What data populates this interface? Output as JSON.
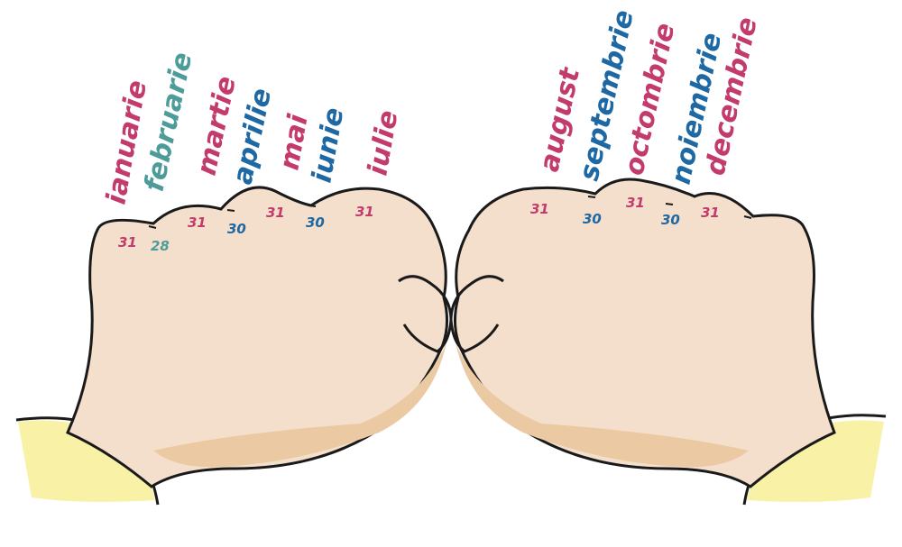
{
  "colors": {
    "pink": "#c23b6c",
    "teal": "#4e9c9a",
    "blue": "#1e68a3",
    "skin": "#f4dfcc",
    "sleeve": "#f8f1a6",
    "outline": "#1a1a1a"
  },
  "left_hand": {
    "months": [
      {
        "name": "ianuarie",
        "days": "31",
        "color": "pink"
      },
      {
        "name": "februarie",
        "days": "28",
        "color": "teal"
      },
      {
        "name": "martie",
        "days": "31",
        "color": "pink"
      },
      {
        "name": "aprilie",
        "days": "30",
        "color": "blue"
      },
      {
        "name": "mai",
        "days": "31",
        "color": "pink"
      },
      {
        "name": "iunie",
        "days": "30",
        "color": "blue"
      },
      {
        "name": "iulie",
        "days": "31",
        "color": "pink"
      }
    ]
  },
  "right_hand": {
    "months": [
      {
        "name": "august",
        "days": "31",
        "color": "pink"
      },
      {
        "name": "septembrie",
        "days": "30",
        "color": "blue"
      },
      {
        "name": "octombrie",
        "days": "31",
        "color": "pink"
      },
      {
        "name": "noiembrie",
        "days": "30",
        "color": "blue"
      },
      {
        "name": "decembrie",
        "days": "31",
        "color": "pink"
      }
    ]
  }
}
